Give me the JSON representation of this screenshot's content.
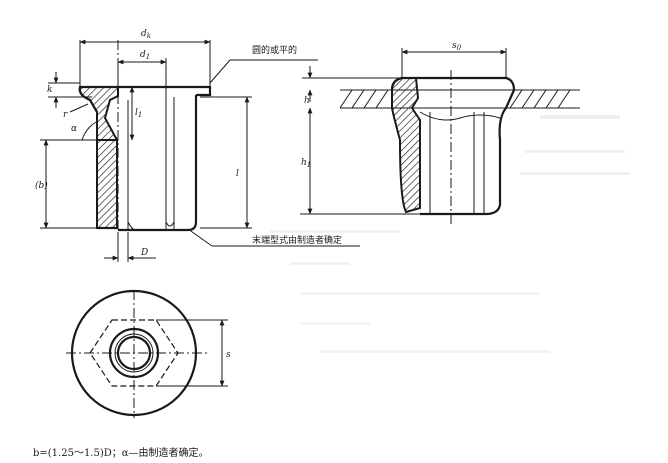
{
  "labels": {
    "dk": "d",
    "dk_sub": "k",
    "d1": "d",
    "d1_sub": "1",
    "k": "k",
    "r": "r",
    "l1": "l",
    "l1_sub": "1",
    "alpha": "α",
    "b": "(b)",
    "l": "l",
    "D": "D",
    "s0": "s",
    "s0_sub": "0",
    "h": "h",
    "h1": "h",
    "h1_sub": "1",
    "s": "s"
  },
  "notes": {
    "round_or_flat": "圆的或平的",
    "end_type": "末端型式由制造者确定",
    "formula": "b=(1.25～1.5)D；α—由制造者确定。"
  }
}
